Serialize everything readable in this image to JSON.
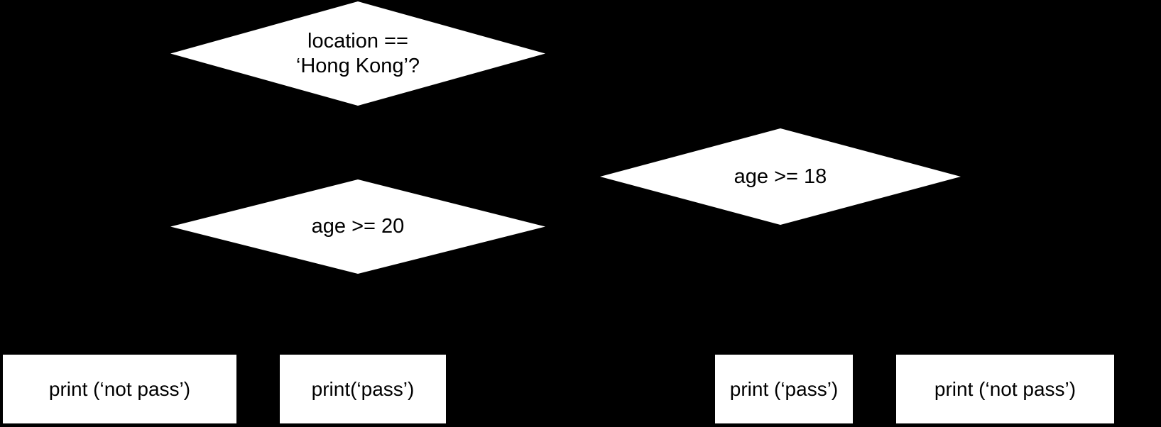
{
  "diagram": {
    "title": "Conditional branching flowchart",
    "background_color": "#000000",
    "node_fill_color": "#ffffff",
    "node_text_color": "#000000",
    "nodes": [
      {
        "id": "location-decision",
        "shape": "diamond",
        "label": "location ==\n‘Hong Kong’?"
      },
      {
        "id": "age20-decision",
        "shape": "diamond",
        "label": "age >= 20"
      },
      {
        "id": "age18-decision",
        "shape": "diamond",
        "label": "age >= 18"
      },
      {
        "id": "not-pass-left",
        "shape": "rectangle",
        "label": "print (‘not pass’)"
      },
      {
        "id": "pass-left",
        "shape": "rectangle",
        "label": "print(‘pass’)"
      },
      {
        "id": "pass-right",
        "shape": "rectangle",
        "label": "print (‘pass’)"
      },
      {
        "id": "not-pass-right",
        "shape": "rectangle",
        "label": "print (‘not pass’)"
      }
    ]
  }
}
